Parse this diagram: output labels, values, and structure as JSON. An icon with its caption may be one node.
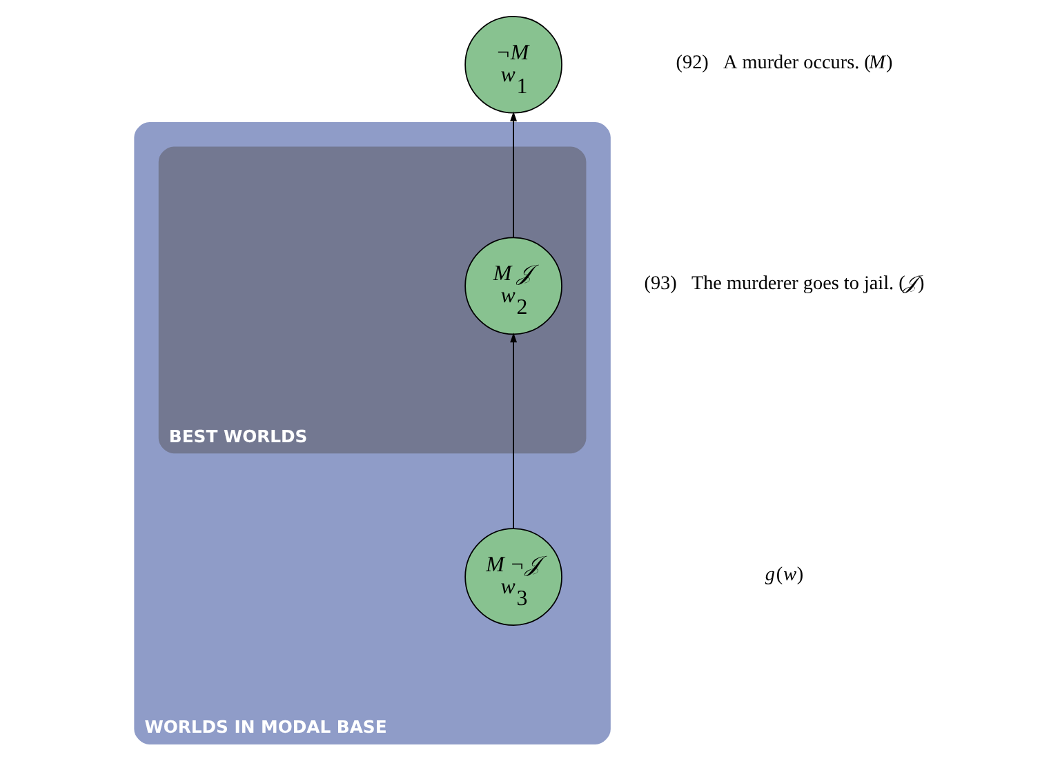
{
  "diagram": {
    "nodes": [
      {
        "text": [
          "¬*M*",
          "*w*$_{1}$"
        ]
      },
      {
        "text": [
          "WORLDS IN MODAL BASE"
        ]
      },
      {
        "text": [
          "BEST WORLDS"
        ],
        "in": 1
      },
      {
        "text": [
          "*M 𝒥*",
          "*w*$_{2}$"
        ],
        "in": 2
      },
      {
        "text": [
          "*M* ¬*𝒥*",
          "*w*$_{3}$"
        ],
        "in": 1
      }
    ],
    "edges": [
      {
        "from": 4,
        "to": 3,
        "arrow": "to"
      },
      {
        "from": 3,
        "to": 0,
        "arrow": "to"
      }
    ],
    "labels": [
      "(92)   A murder occurs. (*M*)",
      "(93)   The murderer goes to jail. (*𝒥*)",
      "*g*(*w*)"
    ]
  }
}
